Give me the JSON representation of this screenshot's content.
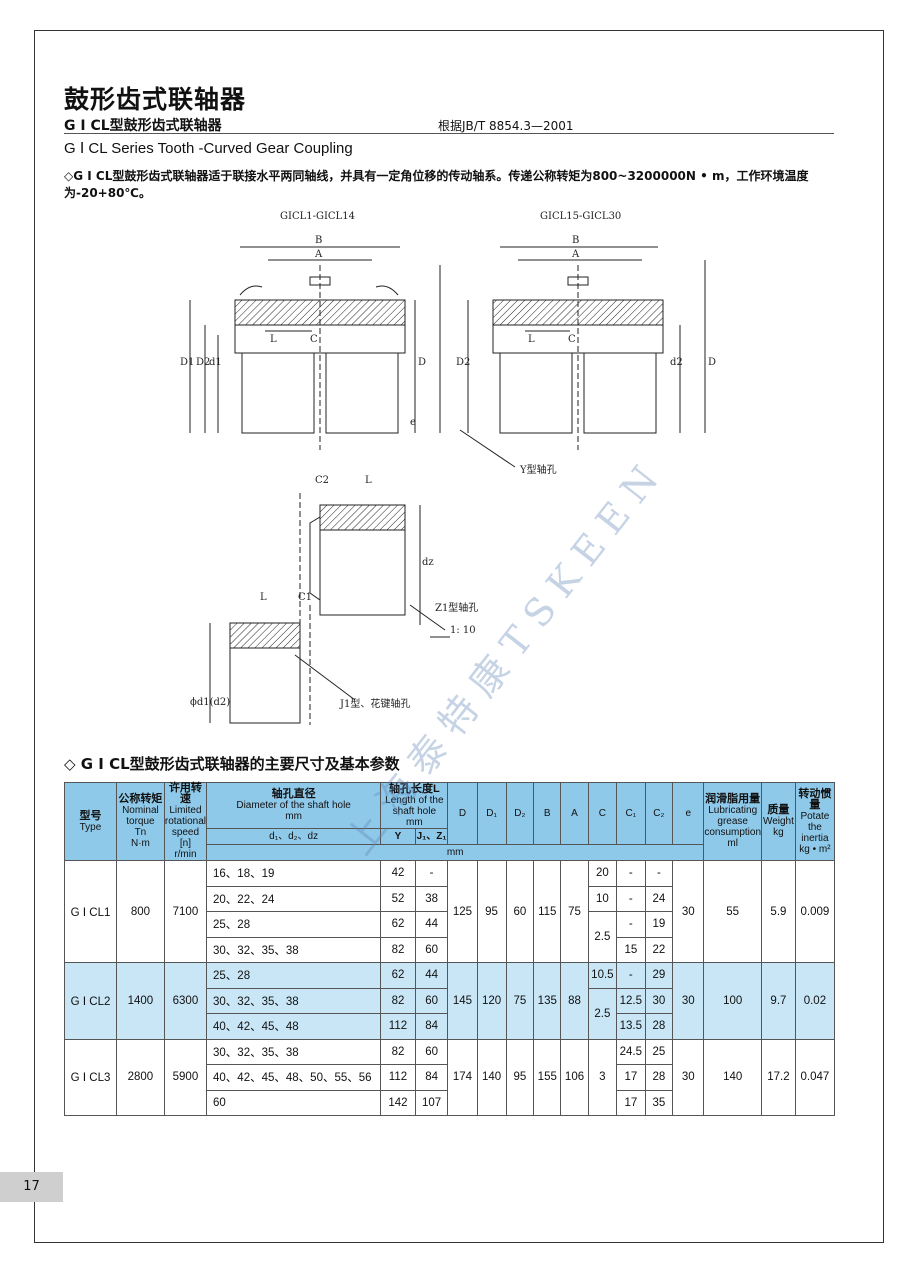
{
  "header": {
    "title": "鼓形齿式联轴器",
    "subtitle_cn": "G Ⅰ CL型鼓形齿式联轴器",
    "standard": "根据JB/T 8854.3—2001",
    "subtitle_en": "G Ⅰ CL Series Tooth -Curved Gear Coupling"
  },
  "description": "◇G Ⅰ CL型鼓形齿式联轴器适于联接水平两同轴线，并具有一定角位移的传动轴系。传递公称转矩为800~3200000N • m，工作环境温度为-20+80℃。",
  "drawings": {
    "left_title": "GICL1-GICL14",
    "right_title": "GICL15-GICL30",
    "dims": {
      "B": "B",
      "A": "A",
      "L": "L",
      "C": "C",
      "C1": "C1",
      "C2": "C2",
      "D": "D",
      "D1": "D1",
      "D2": "D2",
      "d1": "d1",
      "d2": "d2",
      "dz": "dz",
      "e": "e"
    },
    "y_label": "Y型轴孔",
    "z1_label": "Z1型轴孔",
    "taper": "1: 10",
    "j1_label": "J1型、花键轴孔",
    "phi_label": "ϕd1(d2)"
  },
  "table": {
    "section_title": "◇ G Ⅰ CL型鼓形齿式联轴器的主要尺寸及基本参数",
    "headers": {
      "model_cn": "型号",
      "model_en": "Type",
      "torque_cn": "公称转矩",
      "torque_en": "Nominal torque",
      "torque_sym": "Tn",
      "torque_unit": "N·m",
      "speed_cn": "许用转速",
      "speed_en": "Limited rotational speed",
      "speed_sym": "[n]",
      "speed_unit": "r/min",
      "bore_cn": "轴孔直径",
      "bore_en": "Diameter of the shaft hole",
      "bore_unit": "mm",
      "bore_sub": "d₁、d₂、dz",
      "len_cn": "轴孔长度L",
      "len_en": "Length of the shaft hole",
      "len_unit": "mm",
      "len_y": "Y",
      "len_j": "J₁、Z₁",
      "D": "D",
      "D1": "D₁",
      "D2": "D₂",
      "B": "B",
      "A": "A",
      "C": "C",
      "C1": "C₁",
      "C2": "C₂",
      "e": "e",
      "grease_cn": "润滑脂用量",
      "grease_en": "Lubricating grease consumption",
      "grease_unit": "ml",
      "weight_cn": "质量",
      "weight_en": "Weight",
      "weight_unit": "kg",
      "inertia_cn": "转动惯量",
      "inertia_en": "Potate the inertia",
      "inertia_unit": "kg • m²",
      "mm_row": "mm"
    },
    "groups": [
      {
        "model": "G Ⅰ CL1",
        "torque": "800",
        "speed": "7100",
        "D": "125",
        "D1": "95",
        "D2": "60",
        "B": "115",
        "A": "75",
        "e": "30",
        "grease": "55",
        "weight": "5.9",
        "inertia": "0.009",
        "rows": [
          {
            "bore": "16、18、19",
            "Y": "42",
            "J": "-",
            "C": "20",
            "C1": "-",
            "C2": "-"
          },
          {
            "bore": "20、22、24",
            "Y": "52",
            "J": "38",
            "C": "10",
            "C1": "-",
            "C2": "24"
          },
          {
            "bore": "25、28",
            "Y": "62",
            "J": "44",
            "C": "2.5",
            "C1": "-",
            "C2": "19"
          },
          {
            "bore": "30、32、35、38",
            "Y": "82",
            "J": "60",
            "C": "",
            "C1": "15",
            "C2": "22"
          }
        ]
      },
      {
        "model": "G Ⅰ CL2",
        "torque": "1400",
        "speed": "6300",
        "D": "145",
        "D1": "120",
        "D2": "75",
        "B": "135",
        "A": "88",
        "e": "30",
        "grease": "100",
        "weight": "9.7",
        "inertia": "0.02",
        "rows": [
          {
            "bore": "25、28",
            "Y": "62",
            "J": "44",
            "C": "10.5",
            "C1": "-",
            "C2": "29"
          },
          {
            "bore": "30、32、35、38",
            "Y": "82",
            "J": "60",
            "C": "2.5",
            "C1": "12.5",
            "C2": "30"
          },
          {
            "bore": "40、42、45、48",
            "Y": "112",
            "J": "84",
            "C": "",
            "C1": "13.5",
            "C2": "28"
          }
        ]
      },
      {
        "model": "G Ⅰ CL3",
        "torque": "2800",
        "speed": "5900",
        "D": "174",
        "D1": "140",
        "D2": "95",
        "B": "155",
        "A": "106",
        "e": "30",
        "grease": "140",
        "weight": "17.2",
        "inertia": "0.047",
        "rows": [
          {
            "bore": "30、32、35、38",
            "Y": "82",
            "J": "60",
            "C": "3",
            "C1": "24.5",
            "C2": "25"
          },
          {
            "bore": "40、42、45、48、50、55、56",
            "Y": "112",
            "J": "84",
            "C": "",
            "C1": "17",
            "C2": "28"
          },
          {
            "bore": "60",
            "Y": "142",
            "J": "107",
            "C": "",
            "C1": "17",
            "C2": "35"
          }
        ]
      }
    ]
  },
  "page_number": "17",
  "watermark": "上 海 泰 特 康 T S K E E N",
  "colors": {
    "header_blue": "#8fc9ea",
    "row_blue": "#c9e6f6",
    "hatch": "#222"
  }
}
